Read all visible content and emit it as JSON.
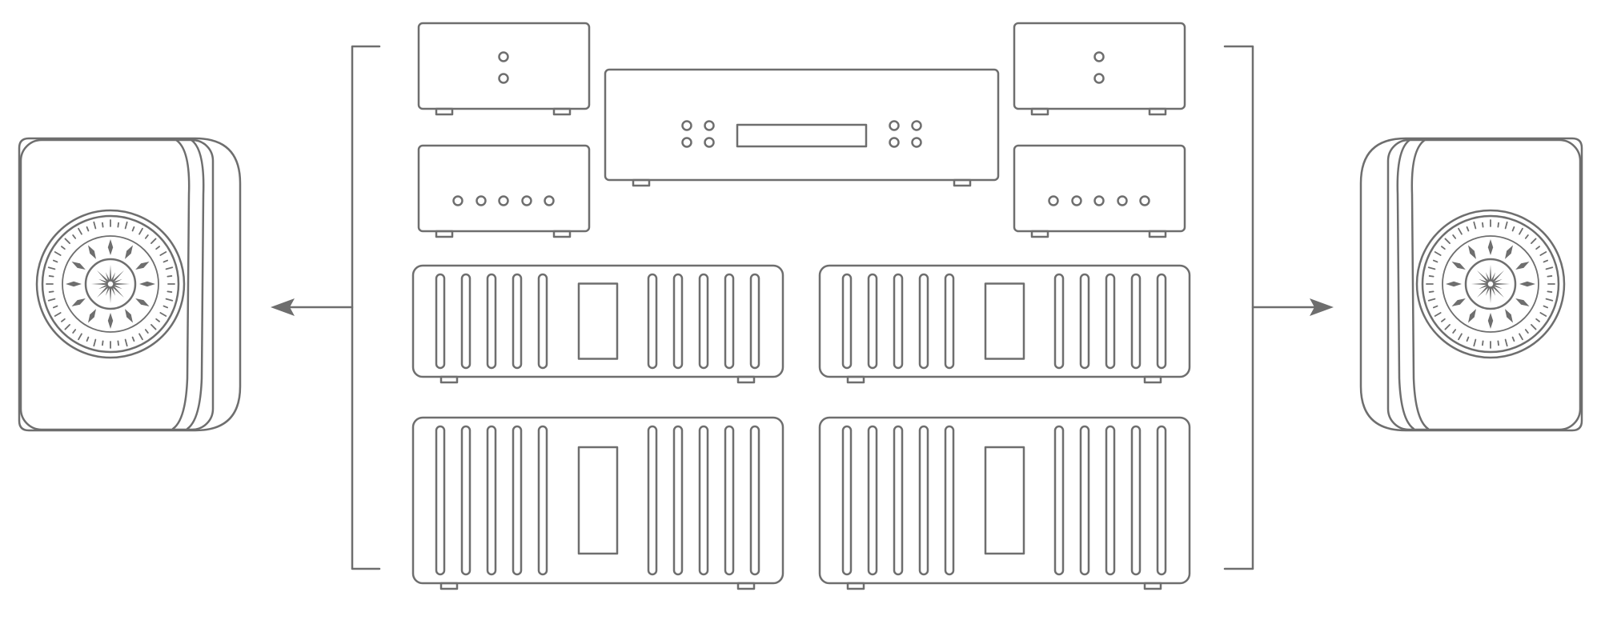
{
  "diagram": {
    "line_color": "#6e6e6e",
    "background": "#ffffff",
    "components": {
      "speakers": [
        {
          "side": "left",
          "icon": "bookshelf-speaker-icon"
        },
        {
          "side": "right",
          "icon": "bookshelf-speaker-icon"
        }
      ],
      "small_units_two_knobs": 2,
      "small_units_five_knobs": 2,
      "cd_player": 1,
      "power_amplifiers": 4
    },
    "connections": [
      {
        "from": "component-stack",
        "to": "left-speaker",
        "icon": "arrow-left-icon"
      },
      {
        "from": "component-stack",
        "to": "right-speaker",
        "icon": "arrow-right-icon"
      }
    ]
  }
}
